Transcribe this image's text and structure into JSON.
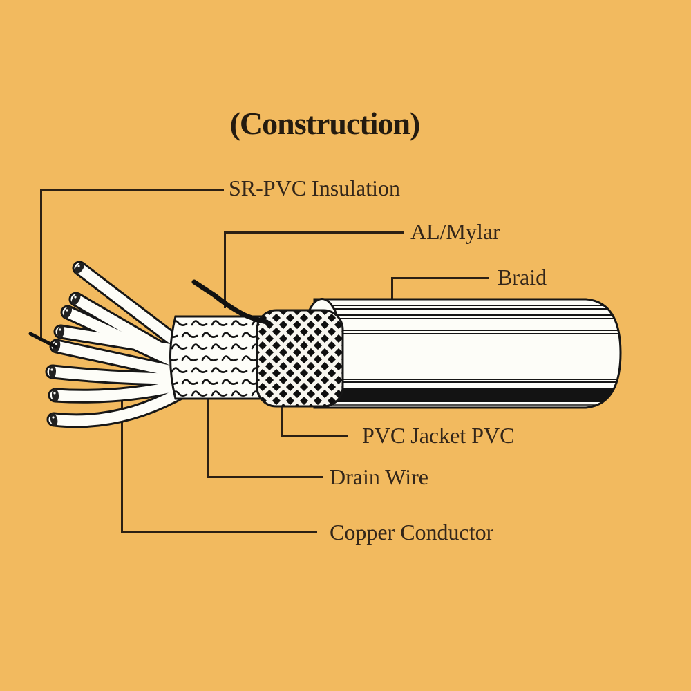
{
  "page": {
    "background_color": "#f2ba5f",
    "ink_color": "#2c2014",
    "artwork_white": "#fdfdf8",
    "artwork_black": "#141414"
  },
  "title": "(Construction)",
  "diagram": {
    "name": "shielded-cable-construction-cutaway",
    "labels": {
      "sr_pvc": "SR-PVC Insulation",
      "al_mylar": "AL/Mylar",
      "braid": "Braid",
      "pvc_jacket": "PVC Jacket PVC",
      "drain_wire": "Drain Wire",
      "copper_conductor": "Copper Conductor"
    }
  }
}
